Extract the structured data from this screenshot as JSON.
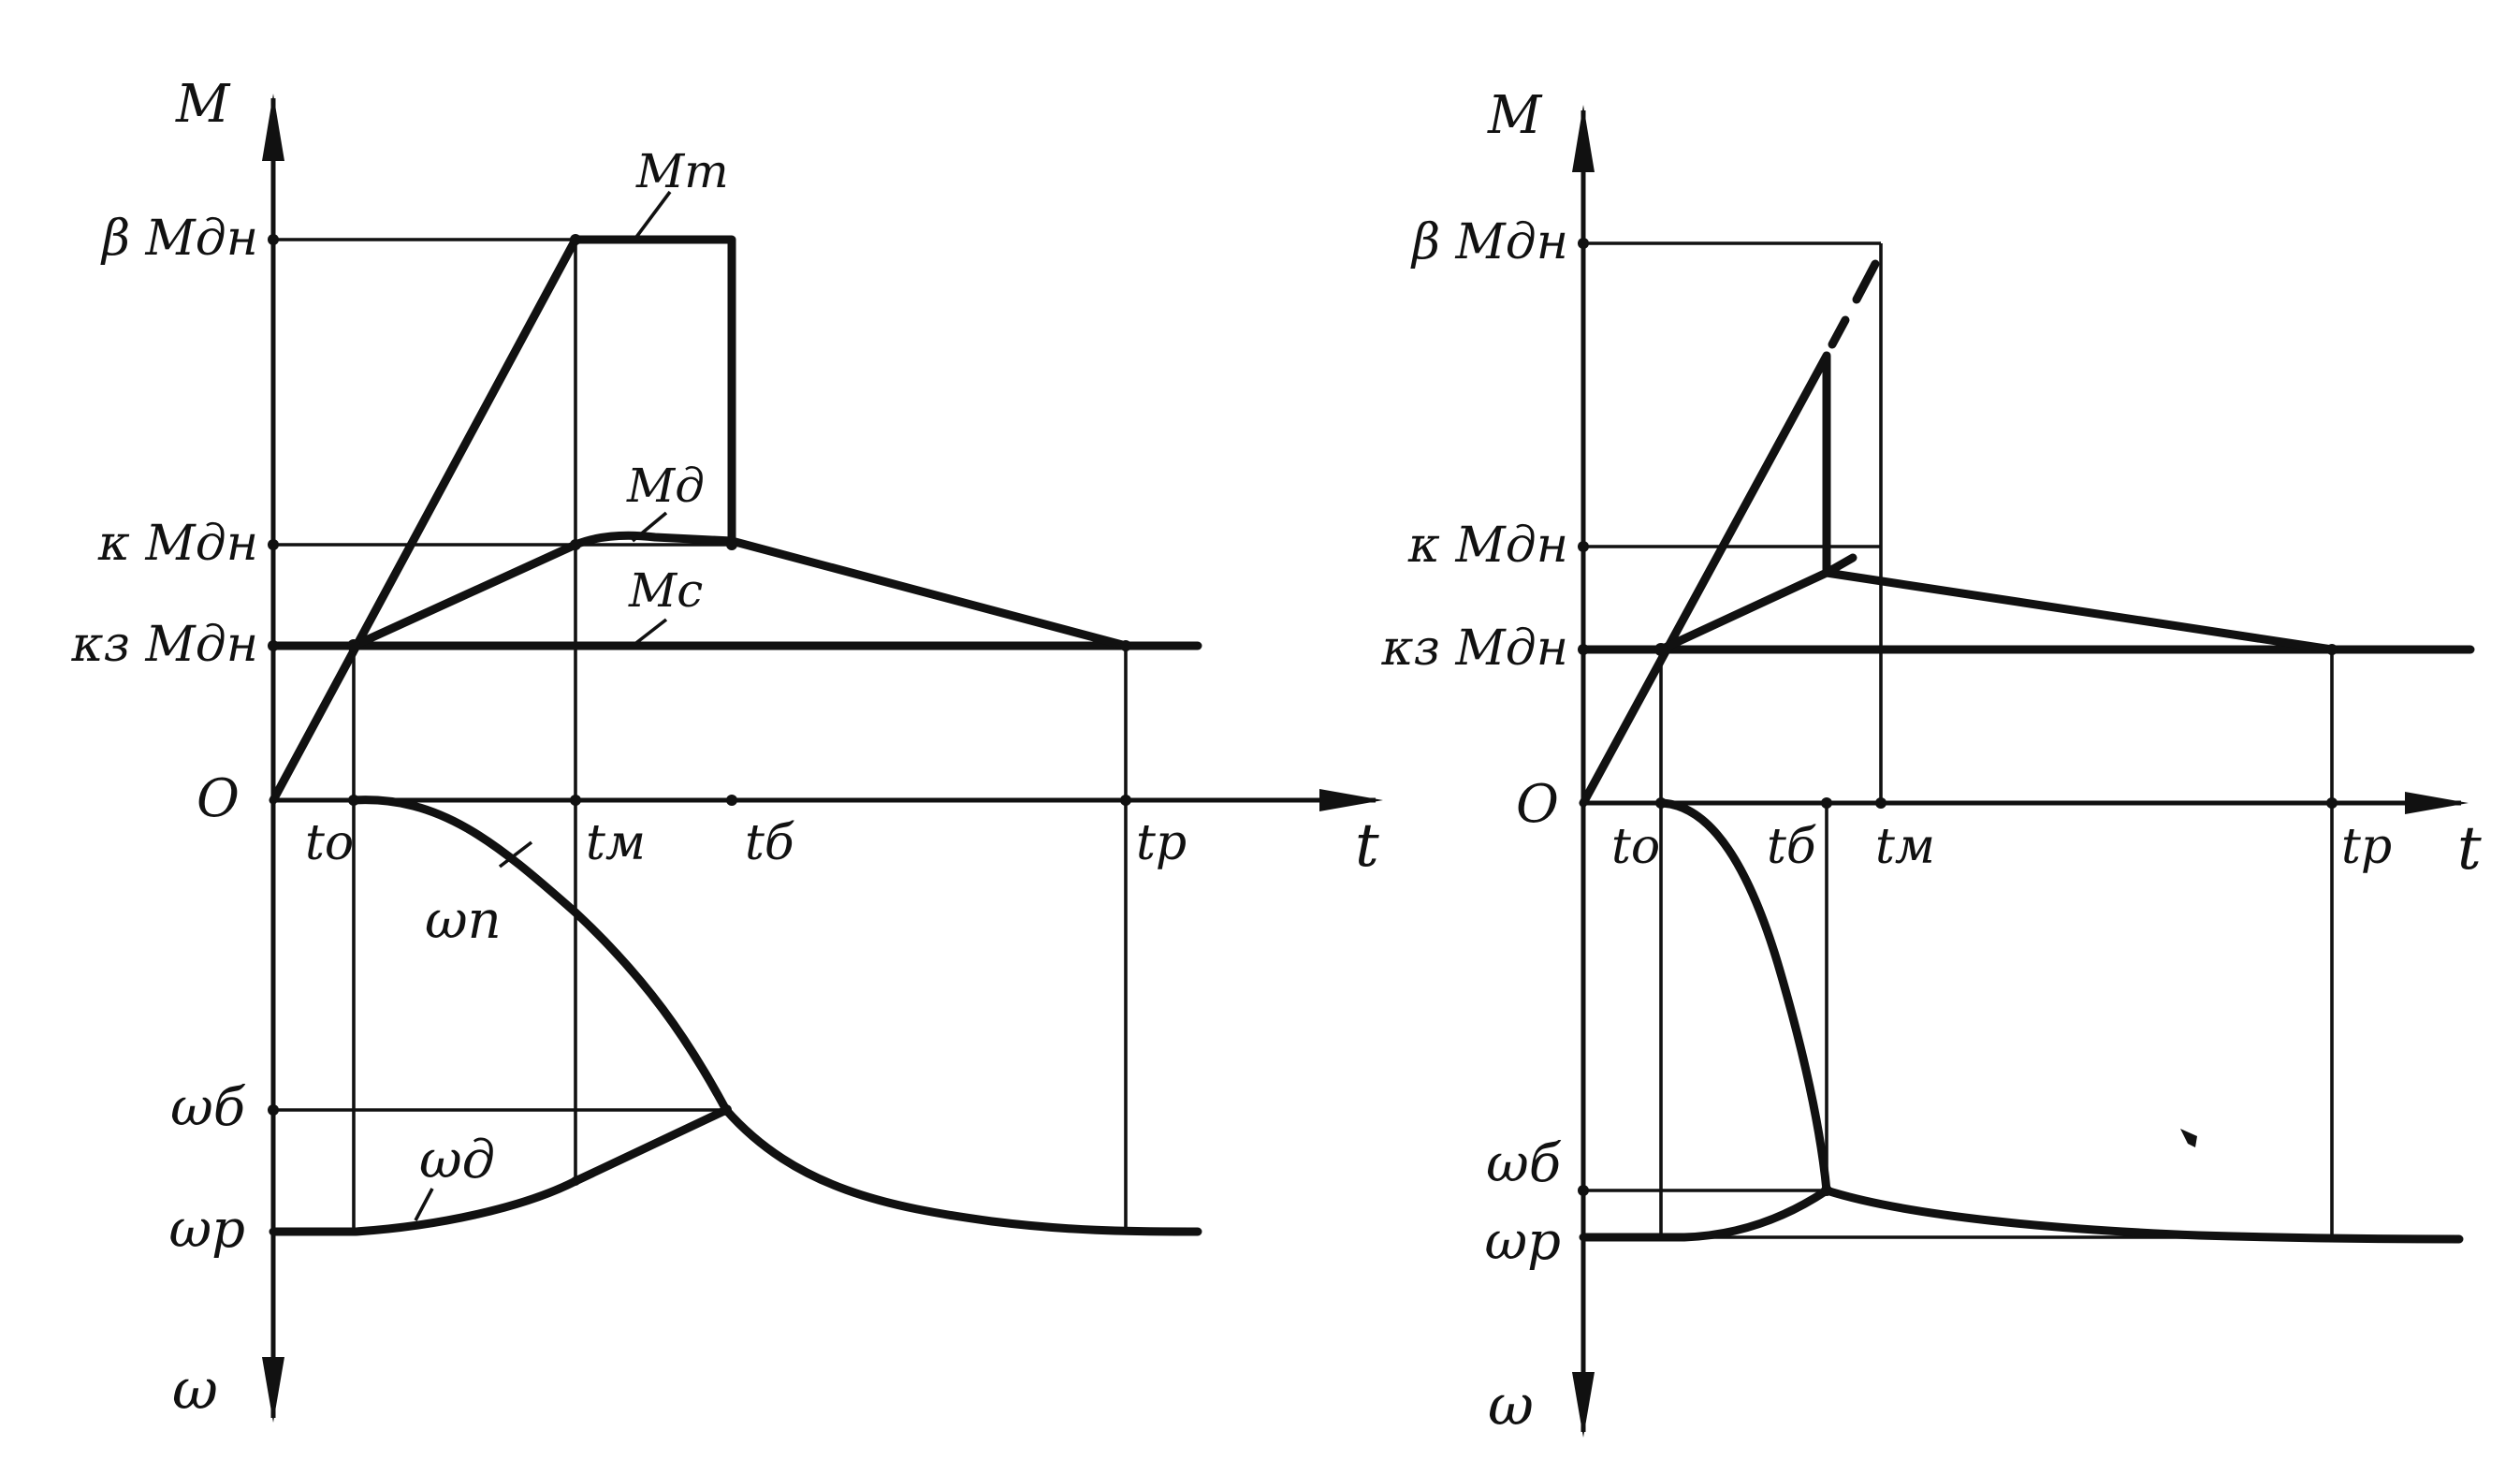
{
  "left_diagram": {
    "axis_m": "M",
    "axis_omega": "ω",
    "axis_t": "t",
    "origin": "O",
    "beta_mdn": "β Mдн",
    "k_mdn": "κ Mдн",
    "k3_mdn": "κз Mдн",
    "omega_b": "ωб",
    "omega_p": "ωp",
    "t0": "to",
    "tm": "tм",
    "tb": "tб",
    "tp": "tp",
    "curve_mt": "Mт",
    "curve_md": "Mд",
    "curve_mc": "Mс",
    "curve_omega_n": "ωn",
    "curve_omega_d": "ωд"
  },
  "right_diagram": {
    "axis_m": "M",
    "axis_omega": "ω",
    "axis_t": "t",
    "origin": "O",
    "beta_mdn": "β Mдн",
    "k_mdn": "κ Mдн",
    "k3_mdn": "κз Mдн",
    "omega_b": "ωб",
    "omega_p": "ωp",
    "t0": "to",
    "tb": "tб",
    "tm": "tм",
    "tp": "tp"
  },
  "colors": {
    "ink": "#111111",
    "background": "#ffffff"
  }
}
